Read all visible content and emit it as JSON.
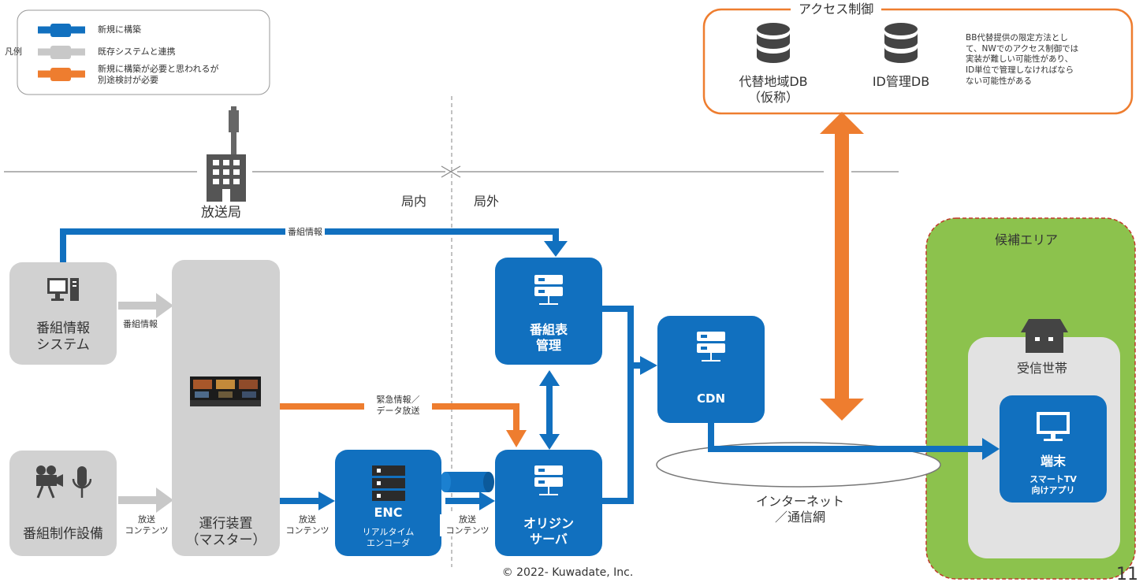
{
  "legend": {
    "title": "凡例",
    "items": [
      {
        "label": "新規に構築",
        "color": "#1170bf"
      },
      {
        "label": "既存システムと連携",
        "color": "#c8c8c8"
      },
      {
        "label": "新規に構築が必要と思われるが\n別途検討が必要",
        "color": "#ee7d2f"
      }
    ]
  },
  "access_control": {
    "title": "アクセス制御",
    "db1_label": "代替地域DB\n（仮称）",
    "db2_label": "ID管理DB",
    "note": "BB代替提供の限定方法とし\nて、NWでのアクセス制御では\n実装が難しい可能性があり、\nID単位で管理しなければなら\nない可能性がある"
  },
  "station": {
    "label": "放送局"
  },
  "zones": {
    "inside": "局内",
    "outside": "局外"
  },
  "nodes": {
    "program_info_system": "番組情報\nシステム",
    "production_equipment": "番組制作設備",
    "master": "運行装置\n（マスター）",
    "enc_title": "ENC",
    "enc_sub": "リアルタイム\nエンコーダ",
    "schedule_mgmt": "番組表\n管理",
    "origin_server": "オリジン\nサーバ",
    "cdn": "CDN",
    "internet": "インターネット\n／通信網",
    "candidate_area": "候補エリア",
    "household": "受信世帯",
    "device_title": "端末",
    "device_sub": "スマートTV\n向けアプリ"
  },
  "edge_labels": {
    "program_info_top": "番組情報",
    "program_info_side": "番組情報",
    "broadcast_content_1": "放送\nコンテンツ",
    "broadcast_content_2": "放送\nコンテンツ",
    "broadcast_content_3": "放送\nコンテンツ",
    "emergency": "緊急情報／\nデータ放送"
  },
  "footer": {
    "copyright": "© 2022- Kuwadate, Inc.",
    "page_number": "11"
  },
  "colors": {
    "blue": "#1170bf",
    "gray": "#d1d1d1",
    "orange": "#ee7d2f",
    "green": "#8cc24d"
  }
}
